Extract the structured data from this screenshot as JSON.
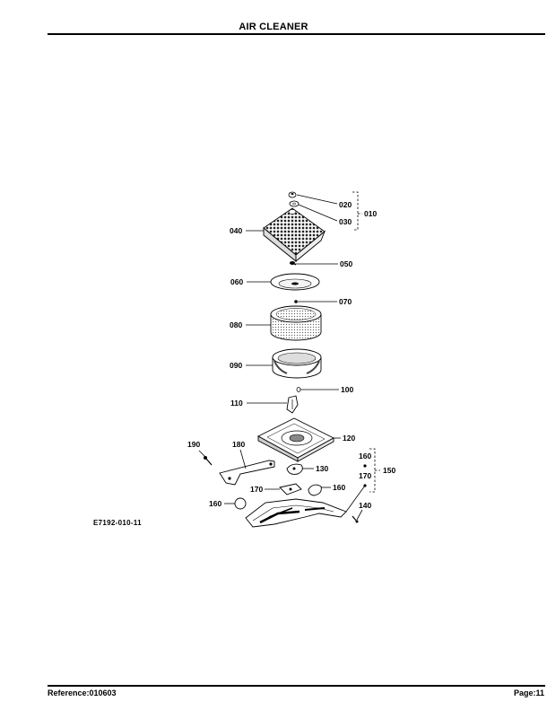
{
  "header": {
    "title": "AIR CLEANER"
  },
  "figure": {
    "code": "E7192-010-11",
    "callouts": [
      "010",
      "020",
      "030",
      "040",
      "050",
      "060",
      "070",
      "080",
      "090",
      "100",
      "110",
      "120",
      "130",
      "140",
      "150",
      "160",
      "160",
      "160",
      "170",
      "170",
      "180",
      "190"
    ]
  },
  "footer": {
    "reference": "Reference:010603",
    "page": "Page:11"
  }
}
